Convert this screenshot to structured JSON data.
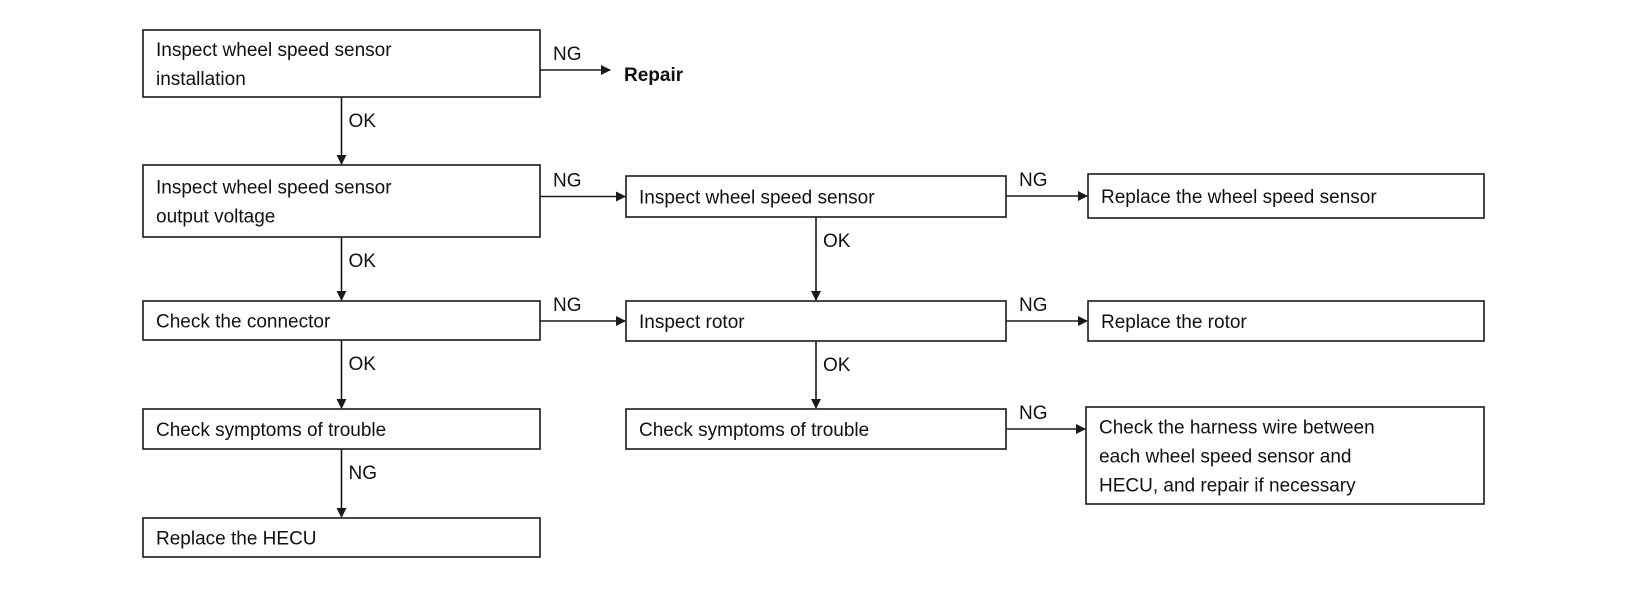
{
  "flowchart": {
    "nodes": [
      {
        "id": "n1",
        "lines": [
          "Inspect wheel speed sensor",
          "installation"
        ]
      },
      {
        "id": "n2",
        "lines": [
          "Inspect wheel speed sensor",
          "output voltage"
        ]
      },
      {
        "id": "n3",
        "lines": [
          "Check the connector"
        ]
      },
      {
        "id": "n4",
        "lines": [
          "Check symptoms of trouble"
        ]
      },
      {
        "id": "n5",
        "lines": [
          "Replace the HECU"
        ]
      },
      {
        "id": "n6",
        "lines": [
          "Inspect wheel speed sensor"
        ]
      },
      {
        "id": "n7",
        "lines": [
          "Inspect rotor"
        ]
      },
      {
        "id": "n8",
        "lines": [
          "Check symptoms of trouble"
        ]
      },
      {
        "id": "n9",
        "lines": [
          "Replace the wheel speed sensor"
        ]
      },
      {
        "id": "n10",
        "lines": [
          "Replace the rotor"
        ]
      },
      {
        "id": "n11",
        "lines": [
          "Check the harness wire between",
          "each wheel speed sensor and",
          "HECU, and repair if necessary"
        ]
      }
    ],
    "terminals": [
      {
        "id": "t1",
        "label": "Repair"
      }
    ],
    "edges": [
      {
        "id": "e1",
        "from": "n1",
        "to": "t1",
        "label": "NG"
      },
      {
        "id": "e2",
        "from": "n1",
        "to": "n2",
        "label": "OK"
      },
      {
        "id": "e3",
        "from": "n2",
        "to": "n6",
        "label": "NG"
      },
      {
        "id": "e4",
        "from": "n2",
        "to": "n3",
        "label": "OK"
      },
      {
        "id": "e5",
        "from": "n6",
        "to": "n9",
        "label": "NG"
      },
      {
        "id": "e6",
        "from": "n6",
        "to": "n7",
        "label": "OK"
      },
      {
        "id": "e7",
        "from": "n3",
        "to": "n7",
        "label": "NG"
      },
      {
        "id": "e8",
        "from": "n3",
        "to": "n4",
        "label": "OK"
      },
      {
        "id": "e9",
        "from": "n7",
        "to": "n10",
        "label": "NG"
      },
      {
        "id": "e10",
        "from": "n7",
        "to": "n8",
        "label": "OK"
      },
      {
        "id": "e11",
        "from": "n4",
        "to": "n5",
        "label": "NG"
      },
      {
        "id": "e12",
        "from": "n8",
        "to": "n11",
        "label": "NG"
      }
    ]
  }
}
